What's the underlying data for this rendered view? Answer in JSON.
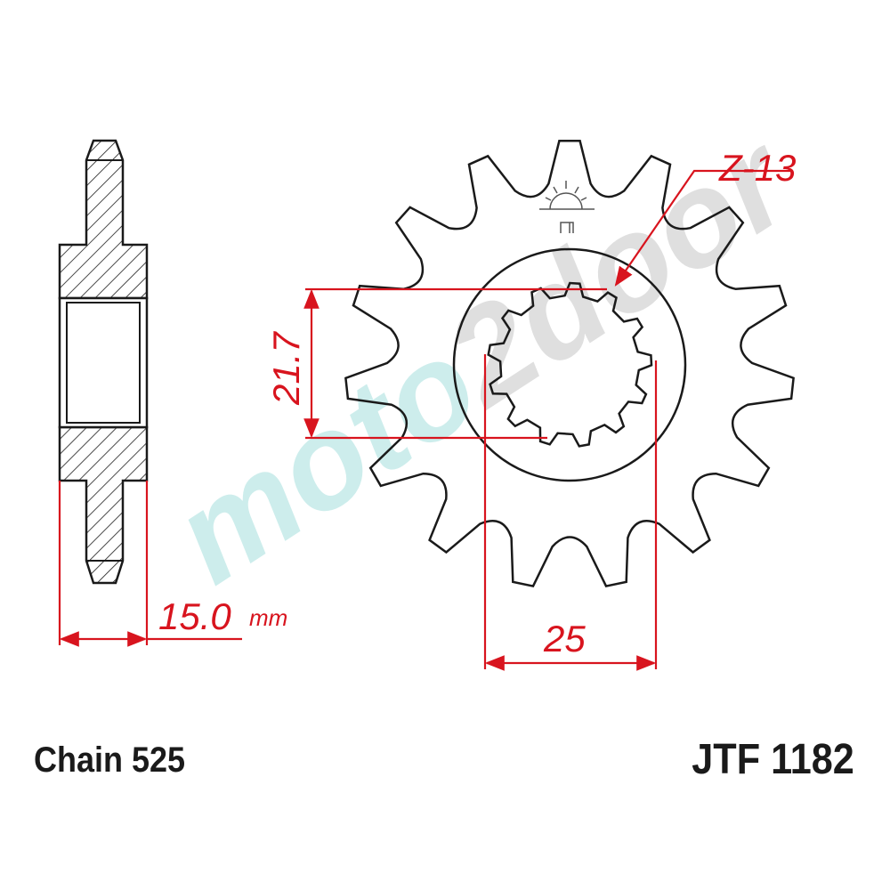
{
  "drawing": {
    "teeth_label": "Z-13",
    "bore_height": "21.7",
    "spline_width": "25",
    "width_value": "15.0",
    "width_unit": "mm"
  },
  "labels": {
    "chain": "Chain 525",
    "part_number": "JTF 1182"
  },
  "watermark": {
    "part1": "moto",
    "part2": "2door"
  },
  "colors": {
    "dimension": "#d8141e",
    "outline": "#1a1a1a",
    "watermark_1": "#c8ecea",
    "watermark_2": "#dcdcdc"
  }
}
